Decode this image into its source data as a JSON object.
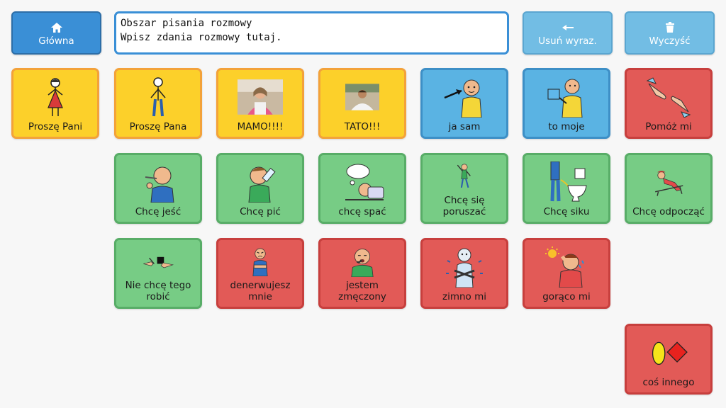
{
  "toolbar": {
    "home_label": "Główna",
    "delete_word_label": "Usuń wyraz.",
    "clear_label": "Wyczyść"
  },
  "message": {
    "line1": "Obszar pisania rozmowy",
    "line2": "Wpisz zdania rozmowy tutaj."
  },
  "tiles": {
    "prosze_pani": "Proszę Pani",
    "prosze_pana": "Proszę Pana",
    "mamo": "MAMO!!!!",
    "tato": "TATO!!!",
    "ja_sam": "ja sam",
    "to_moje": "to moje",
    "pomoz_mi": "Pomóż mi",
    "chce_jesc": "Chcę jeść",
    "chce_pic": "Chcę pić",
    "chce_spac": "chcę spać",
    "chce_sie_ruszac": "Chcę się poruszać",
    "chce_siku": "Chcę siku",
    "chce_odpoczac": "Chcę odpocząć",
    "nie_chce": "Nie chcę tego robić",
    "denerwujesz": "denerwujesz mnie",
    "zmeczony": "jestem zmęczony",
    "zimno": "zimno mi",
    "goraco": "gorąco mi",
    "cos_innego": "coś innego"
  },
  "colors": {
    "yellow": "#fcd02a",
    "blue": "#5ab3e3",
    "red": "#e25a57",
    "green": "#77cc85",
    "home_blue": "#3a8fd6"
  }
}
